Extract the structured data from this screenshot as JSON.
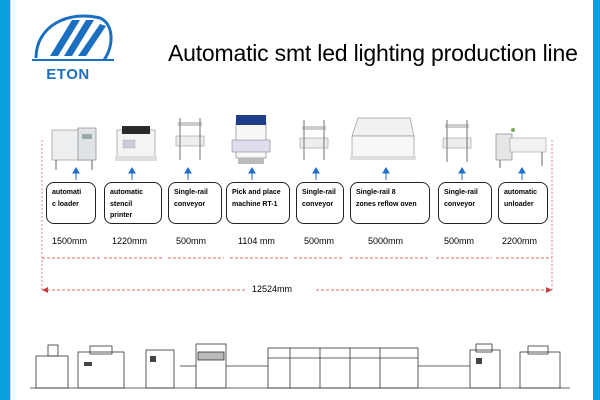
{
  "header": {
    "logo_text": "ETON",
    "title": "Automatic smt led lighting production line"
  },
  "machines": [
    {
      "label_1": "automati",
      "label_2": "c loader",
      "length": "1500mm"
    },
    {
      "label_1": "automatic",
      "label_2": "stencil printer",
      "length": "1220mm"
    },
    {
      "label_1": "Single-rail",
      "label_2": "conveyor",
      "length": "500mm"
    },
    {
      "label_1": "Pick and place",
      "label_2": "machine RT-1",
      "length": "1104 mm"
    },
    {
      "label_1": "Single-rail",
      "label_2": "conveyor",
      "length": "500mm"
    },
    {
      "label_1": "Single-rail 8",
      "label_2": "zones reflow oven",
      "length": "5000mm"
    },
    {
      "label_1": "Single-rail",
      "label_2": "conveyor",
      "length": "500mm"
    },
    {
      "label_1": "automatic",
      "label_2": "unloader",
      "length": "2200mm"
    }
  ],
  "total_length": "12524mm",
  "colors": {
    "frame": "#0aa0dd",
    "logo": "#1a6fc0",
    "arrow": "#1f6fd0",
    "dim_line": "#d23a3a"
  }
}
